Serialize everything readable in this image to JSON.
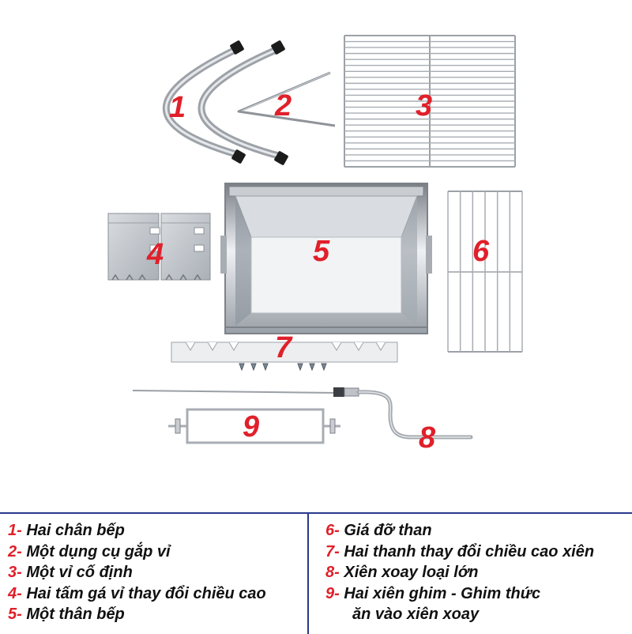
{
  "parts": [
    {
      "number": "1",
      "label": "1"
    },
    {
      "number": "2",
      "label": "2"
    },
    {
      "number": "3",
      "label": "3"
    },
    {
      "number": "4",
      "label": "4"
    },
    {
      "number": "5",
      "label": "5"
    },
    {
      "number": "6",
      "label": "6"
    },
    {
      "number": "7",
      "label": "7"
    },
    {
      "number": "8",
      "label": "8"
    },
    {
      "number": "9",
      "label": "9"
    }
  ],
  "legend": {
    "left": [
      {
        "num": "1-",
        "text": " Hai chân bếp"
      },
      {
        "num": "2-",
        "text": " Một dụng cụ gắp vỉ"
      },
      {
        "num": "3-",
        "text": " Một vỉ cố định"
      },
      {
        "num": "4-",
        "text": " Hai tấm gá vỉ thay đổi chiều cao"
      },
      {
        "num": "5-",
        "text": "  Một thân bếp"
      }
    ],
    "right": [
      {
        "num": "6-",
        "text": " Giá đỡ than"
      },
      {
        "num": "7-",
        "text": " Hai thanh thay đổi chiều cao xiên"
      },
      {
        "num": "8-",
        "text": " Xiên xoay loại lớn"
      },
      {
        "num": "9-",
        "text": "   Hai xiên ghim - Ghim thức"
      },
      {
        "num": "",
        "text": "ăn vào xiên xoay"
      }
    ]
  },
  "colors": {
    "callout": "#e0202a",
    "legend_border": "#2a3a8c",
    "metal": "#b8bcc2"
  }
}
